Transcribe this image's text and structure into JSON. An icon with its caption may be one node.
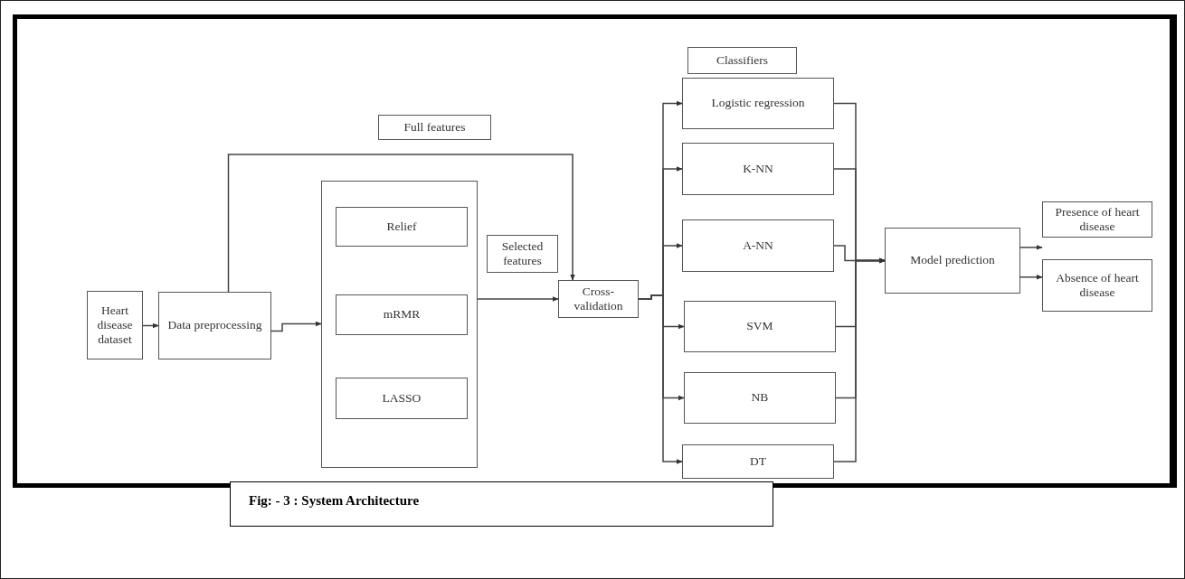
{
  "diagram": {
    "caption": "Fig: - 3 : System Architecture",
    "nodes": [
      {
        "text": [
          "Heart disease dataset"
        ]
      },
      {
        "text": [
          "Data preprocessing"
        ]
      },
      {
        "text": [],
        "shape": "box"
      },
      {
        "text": [
          "Relief"
        ],
        "in": 2
      },
      {
        "text": [
          "mRMR"
        ],
        "in": 2
      },
      {
        "text": [
          "LASSO"
        ],
        "in": 2
      },
      {
        "text": [
          "Full features"
        ]
      },
      {
        "text": [
          "Selected features"
        ]
      },
      {
        "text": [
          "Cross-validation"
        ]
      },
      {
        "text": [
          "Classifiers"
        ]
      },
      {
        "text": [
          "Logistic regression"
        ]
      },
      {
        "text": [
          "K-NN"
        ]
      },
      {
        "text": [
          "A-NN"
        ]
      },
      {
        "text": [
          "SVM"
        ]
      },
      {
        "text": [
          "NB"
        ]
      },
      {
        "text": [
          "DT"
        ]
      },
      {
        "text": [
          "Model prediction"
        ]
      },
      {
        "text": [
          "Presence of heart disease"
        ]
      },
      {
        "text": [
          "Absence of heart disease"
        ]
      }
    ],
    "edges": [
      {
        "from": 0,
        "to": 1,
        "arrow": "to"
      },
      {
        "from": 1,
        "to": 2,
        "arrow": "to"
      },
      {
        "from": 1,
        "to": 8,
        "arrow": "to"
      },
      {
        "from": 2,
        "to": 8,
        "arrow": "to"
      },
      {
        "from": 8,
        "to": 10,
        "arrow": "to"
      },
      {
        "from": 8,
        "to": 11,
        "arrow": "to"
      },
      {
        "from": 8,
        "to": 12,
        "arrow": "to"
      },
      {
        "from": 8,
        "to": 13,
        "arrow": "to"
      },
      {
        "from": 8,
        "to": 14,
        "arrow": "to"
      },
      {
        "from": 8,
        "to": 15,
        "arrow": "to"
      },
      {
        "from": 10,
        "to": 16,
        "arrow": "to"
      },
      {
        "from": 11,
        "to": 16,
        "arrow": "to"
      },
      {
        "from": 12,
        "to": 16,
        "arrow": "to"
      },
      {
        "from": 13,
        "to": 16,
        "arrow": "to"
      },
      {
        "from": 14,
        "to": 16,
        "arrow": "to"
      },
      {
        "from": 15,
        "to": 16,
        "arrow": "to"
      },
      {
        "from": 16,
        "to": 17,
        "arrow": "to"
      },
      {
        "from": 16,
        "to": 18,
        "arrow": "to"
      }
    ]
  }
}
